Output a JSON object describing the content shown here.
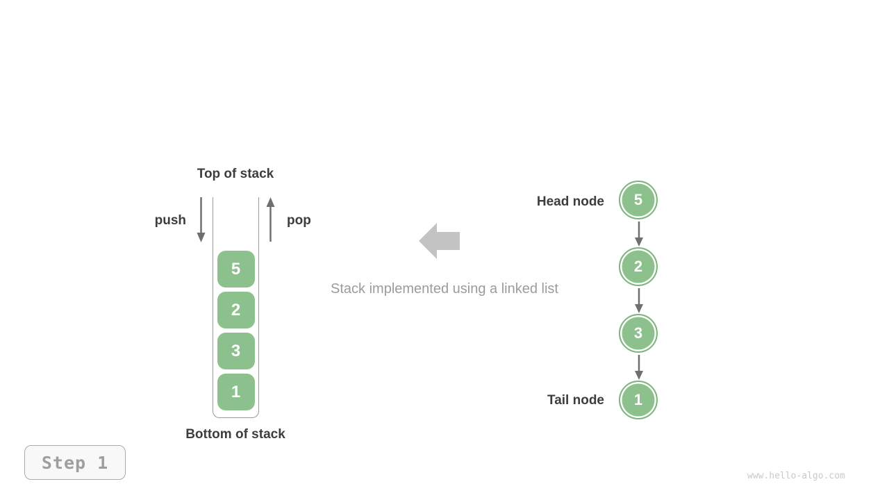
{
  "colors": {
    "green_fill": "#8cc08c",
    "green_border": "#7db57d",
    "arrow_gray": "#6f6f6f",
    "big_arrow_gray": "#c3c3c3",
    "label_dark": "#3d3d3d",
    "caption_gray": "#9b9b9b",
    "container_border": "#9a9a9a",
    "step_text_gray": "#9e9e9e",
    "step_border": "#a8a8a8",
    "step_bg": "#f8f8f8",
    "watermark_gray": "#c9c9c9"
  },
  "stack": {
    "top_label": "Top of stack",
    "bottom_label": "Bottom of stack",
    "push_label": "push",
    "pop_label": "pop",
    "items": [
      "5",
      "2",
      "3",
      "1"
    ]
  },
  "linked_list": {
    "head_label": "Head node",
    "tail_label": "Tail node",
    "nodes": [
      "5",
      "2",
      "3",
      "1"
    ]
  },
  "caption": "Stack implemented using a linked list",
  "footer": {
    "step_label": "Step 1",
    "watermark": "www.hello-algo.com"
  }
}
